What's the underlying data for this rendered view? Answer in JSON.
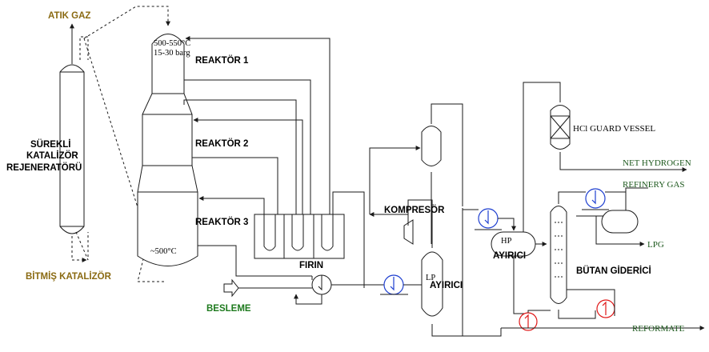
{
  "colors": {
    "stream_label_gold": "#8a6a12",
    "feed_label_green": "#1e7a1e",
    "product_label_green": "#1f5a1f",
    "cooler_blue": "#1e3fd0",
    "heater_red": "#e01818"
  },
  "labels": {
    "atik_gaz": "ATIK GAZ",
    "bitmis_katalizor": "BİTMİŞ KATALİZÖR",
    "regen_line1": "SÜREKLİ",
    "regen_line2": "KATALİZÖR",
    "regen_line3": "REJENERATÖRÜ",
    "reactor_temp_top": "500-550°C",
    "reactor_pressure": "15-30 barg",
    "reaktor1": "REAKTÖR 1",
    "reaktor2": "REAKTÖR 2",
    "reaktor3": "REAKTÖR 3",
    "reactor_temp_bottom": "~500°C",
    "firin": "FIRIN",
    "besleme": "BESLEME",
    "kompresor": "KOMPRESÖR",
    "lp_top": "LP",
    "lp_ayirici": "AYIRICI",
    "hp_top": "HP",
    "hp_ayirici": "AYIRICI",
    "hcl_guard": "HCl GUARD VESSEL",
    "net_hydrogen": "NET HYDROGEN",
    "refinery_gas": "REFINERY GAS",
    "lpg": "LPG",
    "butan_giderici": "BÜTAN GİDERİCİ",
    "reformate": "REFORMATE"
  },
  "icons": {
    "cooler": "cooler-icon",
    "heater": "heater-icon",
    "heat_exchanger": "heat-exchanger-icon",
    "compressor": "compressor-icon",
    "guard_vessel": "guard-vessel-x-icon"
  }
}
